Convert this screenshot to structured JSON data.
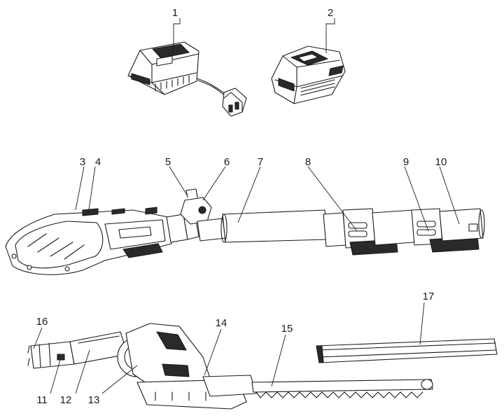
{
  "parts": [
    {
      "number": "1",
      "label_id": "part-label-1",
      "name": "battery-charger"
    },
    {
      "number": "2",
      "label_id": "part-label-2",
      "name": "battery-pack"
    },
    {
      "number": "3",
      "label_id": "part-label-3",
      "name": "rear-handle"
    },
    {
      "number": "4",
      "label_id": "part-label-4",
      "name": "battery-compartment"
    },
    {
      "number": "5",
      "label_id": "part-label-5",
      "name": "tube-lock-knob"
    },
    {
      "number": "6",
      "label_id": "part-label-6",
      "name": "telescopic-lock-collar"
    },
    {
      "number": "7",
      "label_id": "part-label-7",
      "name": "extension-tube"
    },
    {
      "number": "8",
      "label_id": "part-label-8",
      "name": "connector-lock-1"
    },
    {
      "number": "9",
      "label_id": "part-label-9",
      "name": "connector-lock-2"
    },
    {
      "number": "10",
      "label_id": "part-label-10",
      "name": "tube-coupling"
    },
    {
      "number": "11",
      "label_id": "part-label-11",
      "name": "release-button"
    },
    {
      "number": "12",
      "label_id": "part-label-12",
      "name": "head-shaft"
    },
    {
      "number": "13",
      "label_id": "part-label-13",
      "name": "angle-pivot"
    },
    {
      "number": "14",
      "label_id": "part-label-14",
      "name": "motor-housing"
    },
    {
      "number": "15",
      "label_id": "part-label-15",
      "name": "cutting-blade"
    },
    {
      "number": "16",
      "label_id": "part-label-16",
      "name": "connector-pins"
    },
    {
      "number": "17",
      "label_id": "part-label-17",
      "name": "blade-cover"
    }
  ],
  "colors": {
    "line": "#1a1a1a",
    "background": "#ffffff",
    "dark_fill": "#2a2a2a"
  }
}
